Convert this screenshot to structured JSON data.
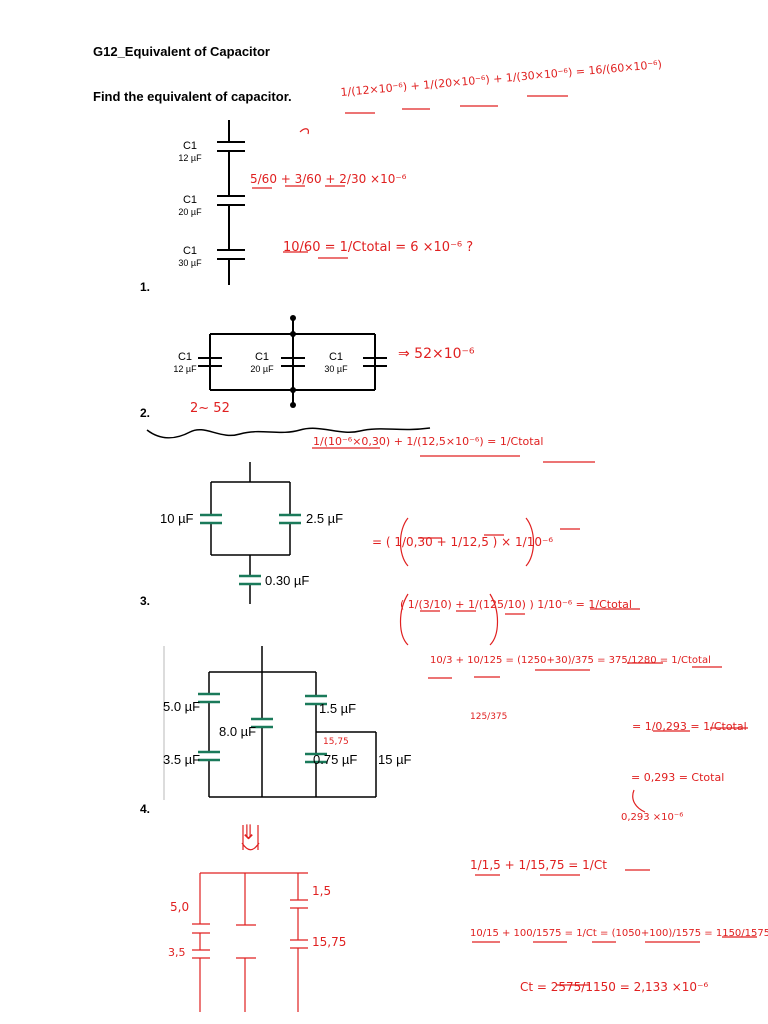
{
  "doc": {
    "title": "G12_Equivalent of Capacitor",
    "prompt": "Find the equivalent of capacitor."
  },
  "problems": [
    {
      "number": "1.",
      "caps": [
        {
          "name": "C1",
          "value": "12 µF"
        },
        {
          "name": "C1",
          "value": "20 µF"
        },
        {
          "name": "C1",
          "value": "30 µF"
        }
      ]
    },
    {
      "number": "2.",
      "caps": [
        {
          "name": "C1",
          "value": "12 µF"
        },
        {
          "name": "C1",
          "value": "20 µF"
        },
        {
          "name": "C1",
          "value": "30 µF"
        }
      ]
    },
    {
      "number": "3.",
      "caps": [
        "10 µF",
        "2.5 µF",
        "0.30 µF"
      ]
    },
    {
      "number": "4.",
      "caps": [
        "5.0 µF",
        "8.0 µF",
        "1.5 µF",
        "3.5 µF",
        "0.75 µF",
        "15 µF"
      ]
    }
  ],
  "handwriting": {
    "colors": {
      "ink": "#e02020"
    },
    "p1": {
      "line1": "1/(12×10⁻⁶) + 1/(20×10⁻⁶) + 1/(30×10⁻⁶) = 16/(60×10⁻⁶)",
      "line2": "5/60 + 3/60 + 2/30  ×10⁻⁶",
      "line3": "10/60 = 1/Ctotal = 6 ×10⁻⁶ ?"
    },
    "p2": {
      "answer": "⇒ 52×10⁻⁶",
      "note": "2~ 52"
    },
    "p3": {
      "line1": "1/(10⁻⁶×0,30) + 1/(12,5×10⁻⁶) = 1/Ctotal",
      "line2": "= ( 1/0,30 + 1/12,5 ) × 1/10⁻⁶",
      "line3": "( 1/(3/10) + 1/(125/10) ) 1/10⁻⁶ = 1/Ctotal",
      "line4": "10/3 + 10/125 = (1250+30)/375 = 375/1280 = 1/Ctotal",
      "line5": "125/375",
      "line6": "= 1/0,293 = 1/Ctotal",
      "line7": "= 0,293 = Ctotal",
      "line8": "0,293 ×10⁻⁶"
    },
    "p4": {
      "arrow": "⇓",
      "label_a": "5,0",
      "label_b": "3,5",
      "label_c": "1,5",
      "label_d": "15,75",
      "diagram_note": "15,75",
      "line1": "1/1,5 + 1/15,75 = 1/Ct",
      "line2": "10/15 + 100/1575 = 1/Ct = (1050+100)/1575 = 1150/1575",
      "line3": "Ct = 2575/1150 = 2,133 ×10⁻⁶"
    }
  }
}
